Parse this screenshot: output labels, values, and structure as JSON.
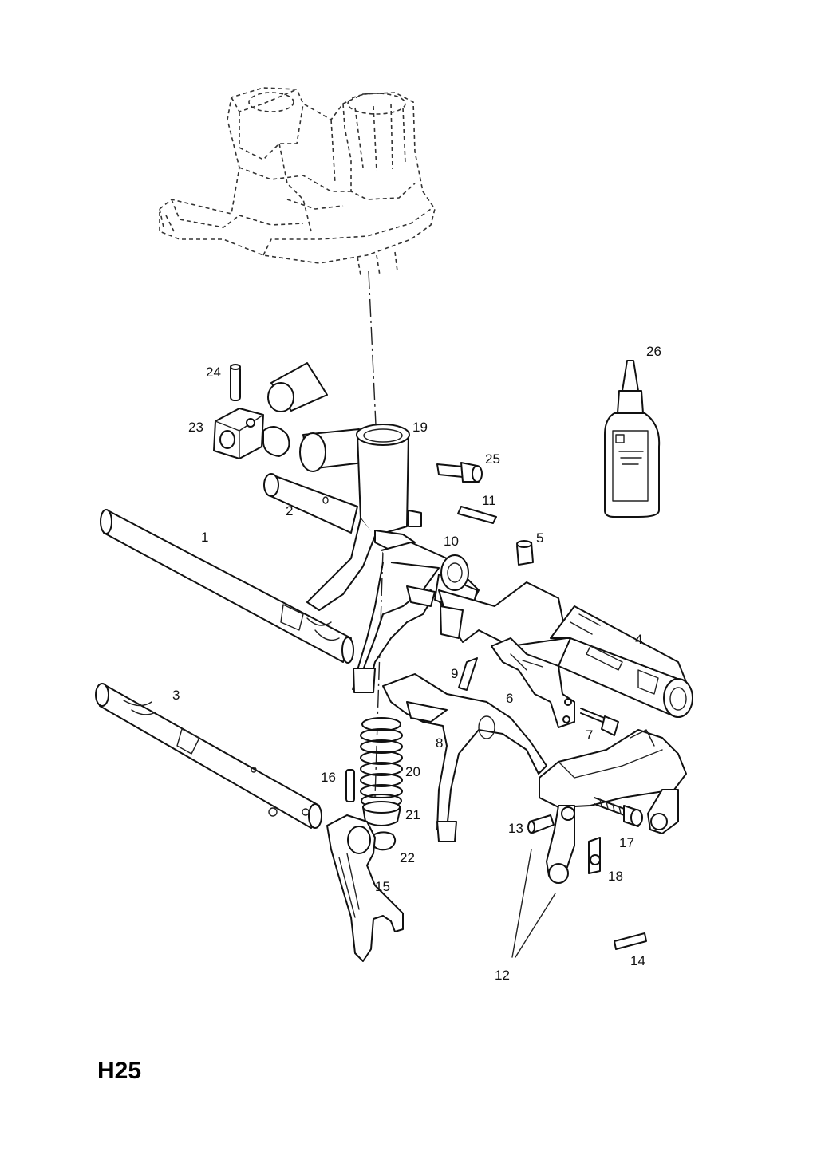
{
  "diagram": {
    "code": "H25",
    "callouts": [
      "1",
      "2",
      "3",
      "4",
      "5",
      "6",
      "7",
      "8",
      "9",
      "10",
      "11",
      "12",
      "13",
      "14",
      "15",
      "16",
      "17",
      "18",
      "19",
      "20",
      "21",
      "22",
      "23",
      "24",
      "25",
      "26"
    ]
  }
}
